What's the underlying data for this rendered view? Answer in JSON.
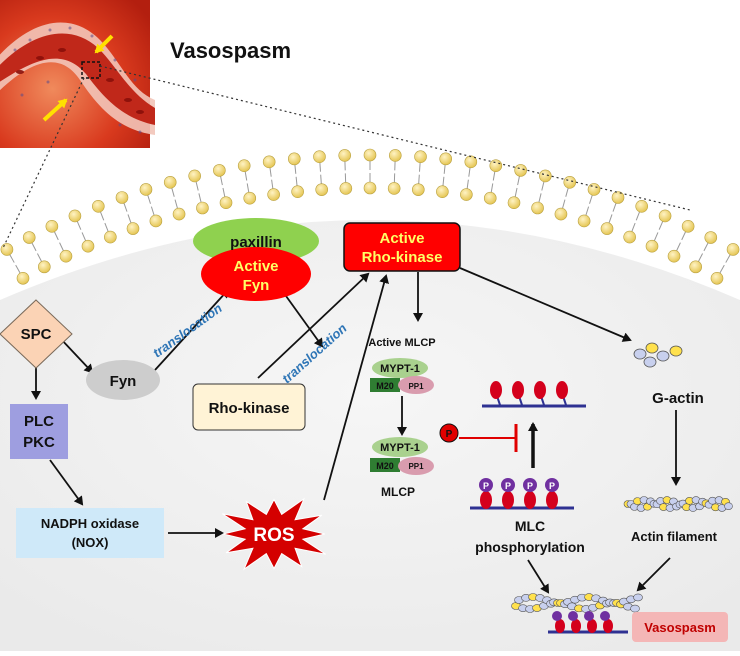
{
  "title": "Vasospasm",
  "nodes": {
    "spc": "SPC",
    "fyn": "Fyn",
    "paxillin": "paxillin",
    "active_fyn_1": "Active",
    "active_fyn_2": "Fyn",
    "active_rho_1": "Active",
    "active_rho_2": "Rho-kinase",
    "rho_kinase": "Rho-kinase",
    "plc": "PLC",
    "pkc": "PKC",
    "nox_1": "NADPH oxidase",
    "nox_2": "(NOX)",
    "ros": "ROS",
    "active_mlcp": "Active MLCP",
    "mypt1_top": "MYPT-1",
    "m20_top": "M20",
    "pp1_top": "PP1",
    "mypt1_bottom": "MYPT-1",
    "m20_bottom": "M20",
    "pp1_bottom": "PP1",
    "mlcp": "MLCP",
    "p_mark": "P",
    "mlc_1": "MLC",
    "mlc_2": "phosphorylation",
    "g_actin": "G-actin",
    "actin_filament": "Actin filament",
    "vasospasm_box": "Vasospasm"
  },
  "edges": {
    "translocation_1": "translocation",
    "translocation_2": "translocation"
  },
  "colors": {
    "rho_active": "#ff0000",
    "spc": "#fbd3b5",
    "plc_pkc": "#9e9ee0",
    "nox": "#cfe9f9",
    "rho_kinase": "#fff3d6",
    "paxillin": "#8fd14f",
    "ros": "#d40000",
    "translocation_text": "#2e75b6",
    "myosin_head": "#d4001c",
    "phospho": "#7030a0",
    "vasospasm_box": "#f4b6b6"
  }
}
